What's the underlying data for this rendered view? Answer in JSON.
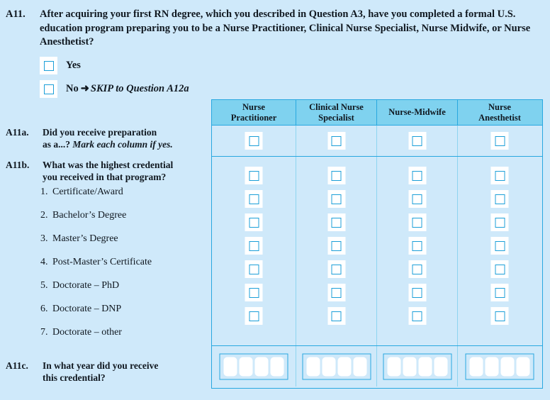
{
  "question": {
    "number": "A11.",
    "text": "After acquiring your first RN degree, which you described in Question A3, have you completed a formal U.S. education program preparing you to be a Nurse Practitioner, Clinical Nurse Specialist, Nurse Midwife, or Nurse Anesthetist?",
    "answers": [
      {
        "label": "Yes",
        "arrow": "",
        "skip": ""
      },
      {
        "label": "No",
        "arrow": "➜",
        "skip": "SKIP to Question A12a"
      }
    ]
  },
  "grid": {
    "columns": [
      "Nurse Practitioner",
      "Clinical Nurse Specialist",
      "Nurse-Midwife",
      "Nurse Anesthetist"
    ],
    "column_lines": [
      [
        "Nurse",
        "Practitioner"
      ],
      [
        "Clinical Nurse",
        "Specialist"
      ],
      [
        "Nurse-Midwife",
        ""
      ],
      [
        "Nurse",
        "Anesthetist"
      ]
    ],
    "year_digit_count": 4
  },
  "sub_questions": [
    {
      "number": "A11a.",
      "line1": "Did you receive preparation",
      "line2_plain": "as  a...? ",
      "line2_italic": "Mark each column if yes."
    },
    {
      "number": "A11b.",
      "line1": "What was the highest credential",
      "line2_plain": "you received in that program?",
      "line2_italic": ""
    },
    {
      "number": "A11c.",
      "line1": "In what year did you receive",
      "line2_plain": "this credential?",
      "line2_italic": ""
    }
  ],
  "credential_options": [
    {
      "num": "1.",
      "label": "Certificate/Award"
    },
    {
      "num": "2.",
      "label": "Bachelor’s Degree"
    },
    {
      "num": "3.",
      "label": "Master’s Degree"
    },
    {
      "num": "4.",
      "label": "Post-Master’s Certificate"
    },
    {
      "num": "5.",
      "label": "Doctorate – PhD"
    },
    {
      "num": "6.",
      "label": "Doctorate – DNP"
    },
    {
      "num": "7.",
      "label": "Doctorate – other"
    }
  ],
  "colors": {
    "page_background": "#cfe9fa",
    "header_background": "#7fd2ef",
    "border": "#29a8e0",
    "checkbox_border": "#1b9fd8",
    "text": "#101820"
  }
}
